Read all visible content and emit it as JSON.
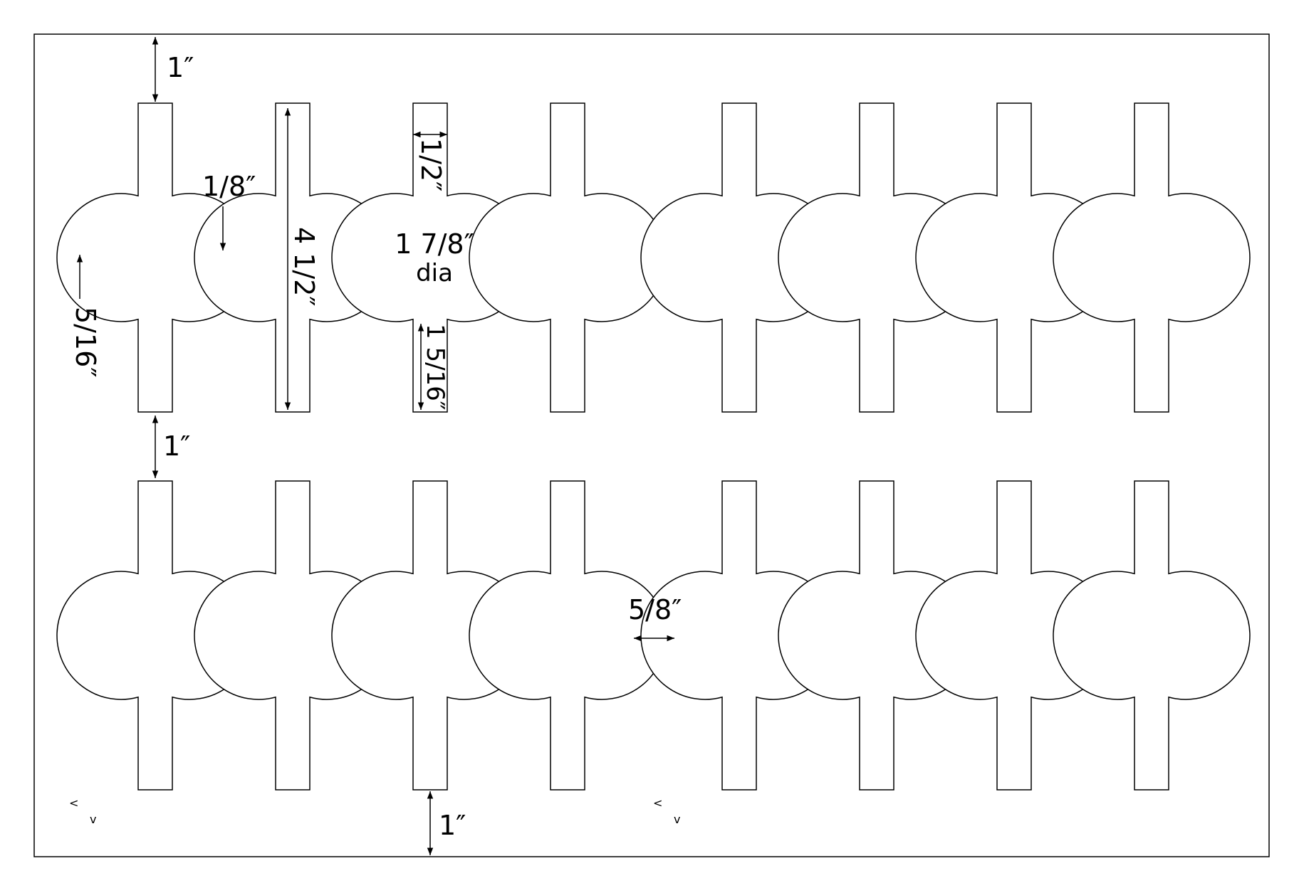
{
  "sheet": {
    "rows": 2,
    "columns": 8,
    "shape": "circle with tabs",
    "colors": {
      "line": "#000000",
      "background": "#ffffff"
    }
  },
  "dimensions": {
    "top_margin": "1″",
    "row_gap": "1″",
    "bottom_margin": "1″",
    "tab_offset": "1/8″",
    "tab_side": "5/16″",
    "total_length": "4 1/2″",
    "tab_width": "1/2″",
    "diameter": "1 7/8″",
    "diameter_unit": "dia",
    "tab_length": "1 5/16″",
    "circle_gap": "5/8″"
  },
  "marks": {
    "left": [
      "<",
      "v"
    ],
    "center": [
      "<",
      "v"
    ]
  }
}
